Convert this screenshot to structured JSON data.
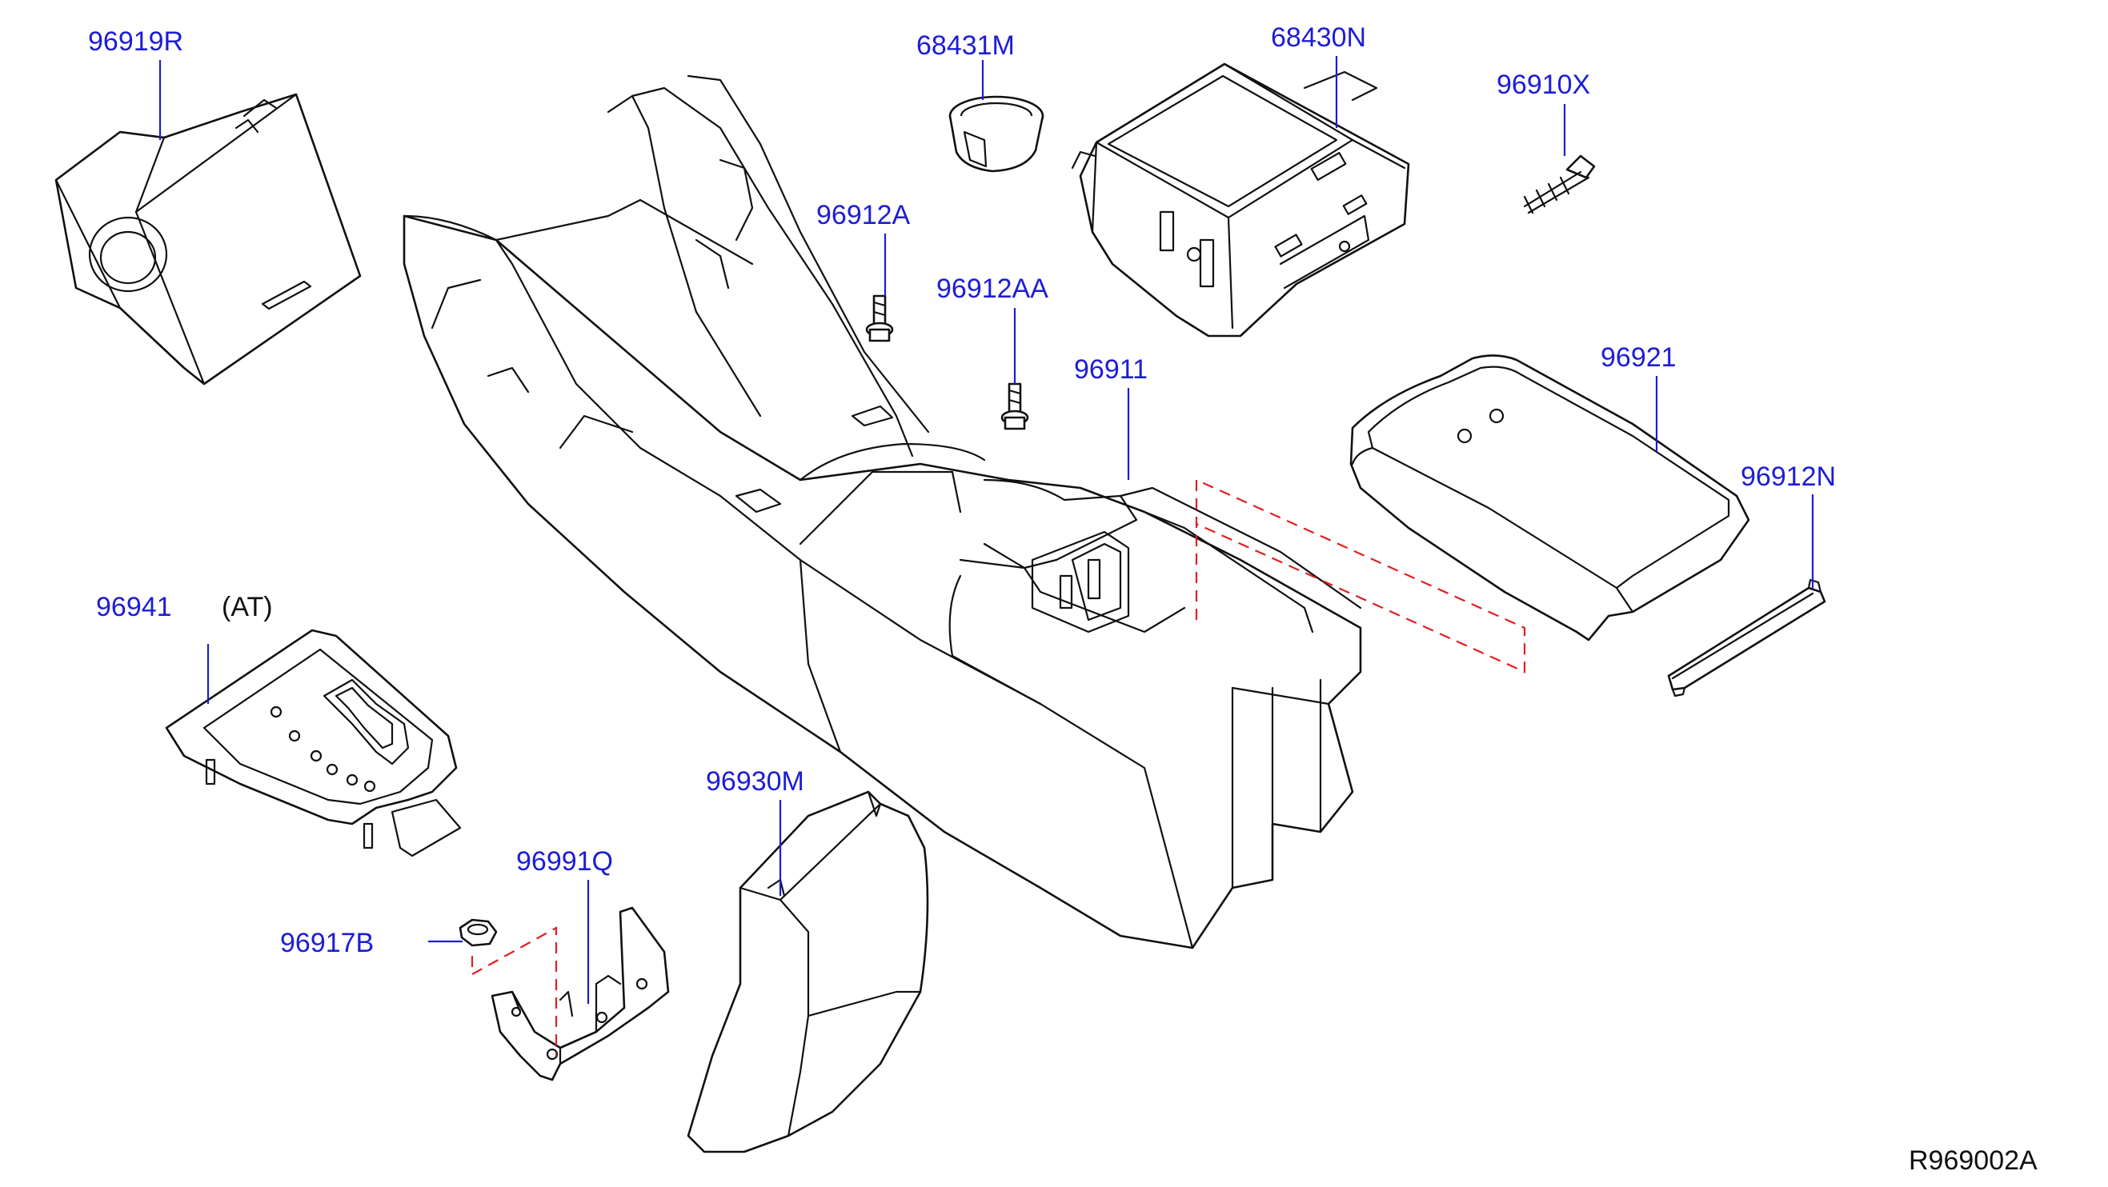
{
  "colors": {
    "label": "#1d1dd6",
    "leader": "#1d1dd6",
    "dashed_guide": "#e02020",
    "outline": "#111111",
    "ref_code": "#111111"
  },
  "labels": {
    "p96919R": "96919R",
    "p68431M": "68431M",
    "p68430N": "68430N",
    "p96910X": "96910X",
    "p96912A": "96912A",
    "p96912AA": "96912AA",
    "p96911": "96911",
    "p96921": "96921",
    "p96912N": "96912N",
    "p96941": "96941",
    "p96930M": "96930M",
    "p96991Q": "96991Q",
    "p96917B": "96917B"
  },
  "notes": {
    "at_note": "(AT)"
  },
  "diagram_ref": "R969002A"
}
